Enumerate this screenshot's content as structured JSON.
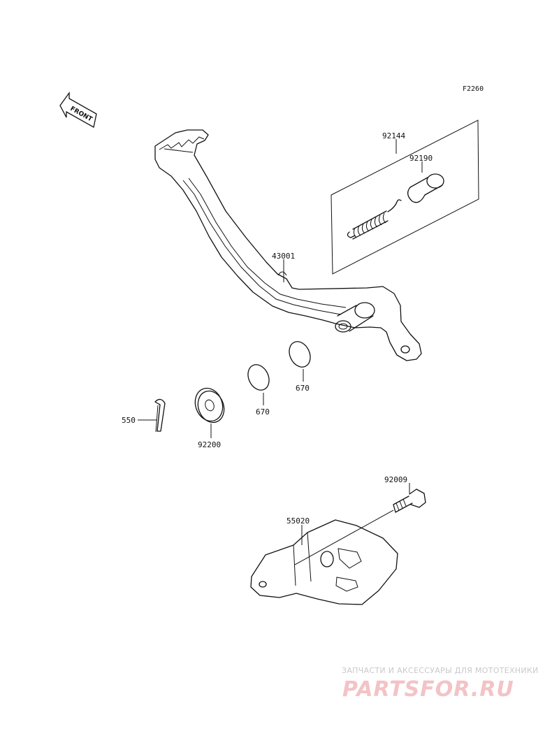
{
  "figure_code": "F2260",
  "orientation_marker": {
    "label": "FRONT",
    "icon": "front-arrow-icon"
  },
  "parts": {
    "brake_pedal": "43001",
    "spring_kit": "92144",
    "collar": "92190",
    "o_ring_upper": "670",
    "o_ring_lower": "670",
    "washer": "92200",
    "cotter_pin": "550",
    "bolt": "92009",
    "bracket": "55020"
  },
  "watermark": {
    "tagline": "ЗАПЧАСТИ И АКСЕССУАРЫ ДЛЯ МОТОТЕХНИКИ",
    "logo": "PARTSFOR.RU",
    "color": "#f3c3c6"
  }
}
